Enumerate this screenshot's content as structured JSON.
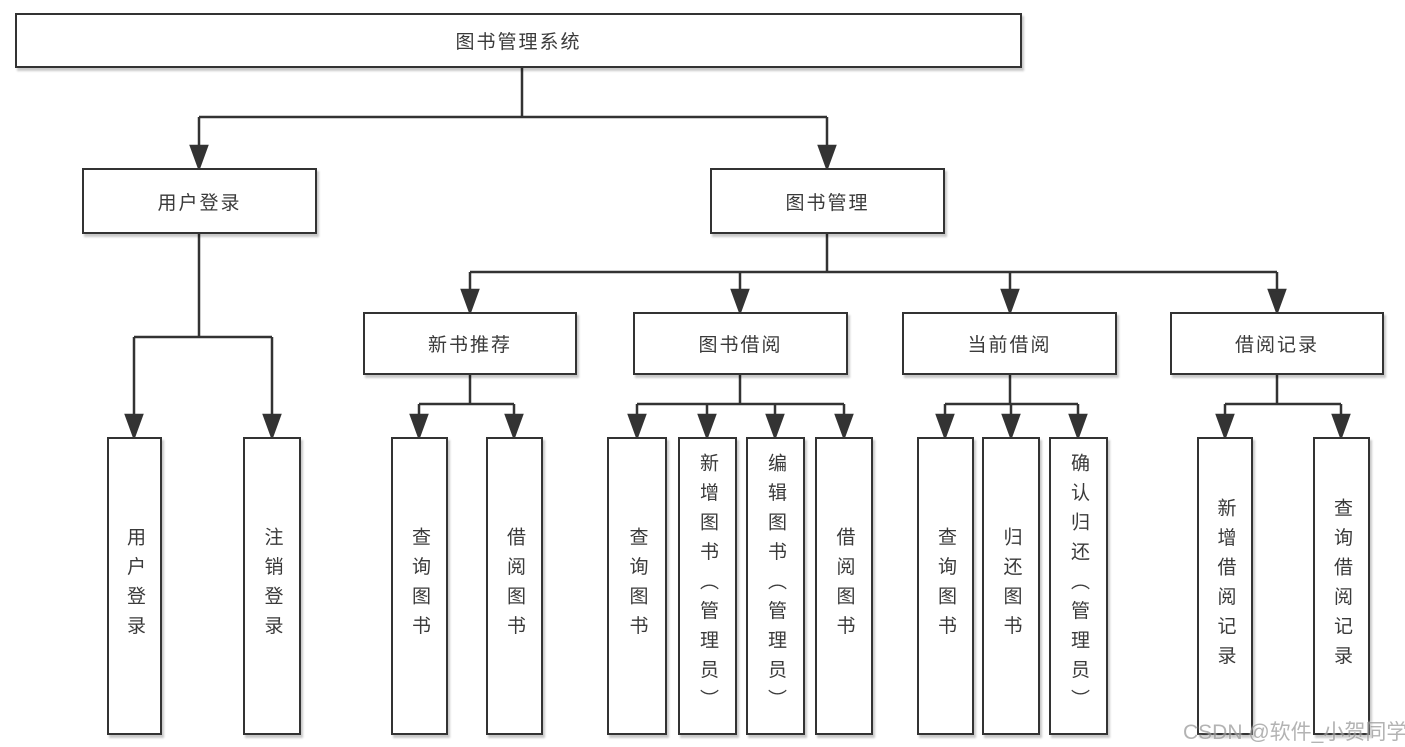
{
  "root": {
    "label": "图书管理系统"
  },
  "level2": [
    {
      "label": "用户登录"
    },
    {
      "label": "图书管理"
    }
  ],
  "level3": [
    {
      "label": "新书推荐"
    },
    {
      "label": "图书借阅"
    },
    {
      "label": "当前借阅"
    },
    {
      "label": "借阅记录"
    }
  ],
  "leaves": [
    {
      "label": "用户登录"
    },
    {
      "label": "注销登录"
    },
    {
      "label": "查询图书"
    },
    {
      "label": "借阅图书"
    },
    {
      "label": "查询图书"
    },
    {
      "label": "新增图书（管理员）"
    },
    {
      "label": "编辑图书（管理员）"
    },
    {
      "label": "借阅图书"
    },
    {
      "label": "查询图书"
    },
    {
      "label": "归还图书"
    },
    {
      "label": "确认归还（管理员）"
    },
    {
      "label": "新增借阅记录"
    },
    {
      "label": "查询借阅记录"
    }
  ],
  "watermark": "CSDN @软件_小贺同学",
  "colors": {
    "line": "#333333",
    "watermark": "#9e9e9e"
  }
}
